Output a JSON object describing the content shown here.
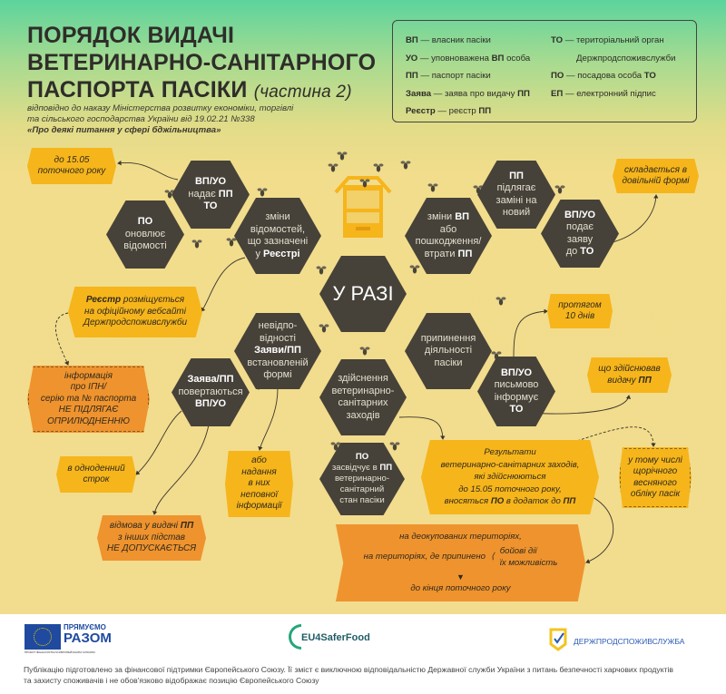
{
  "title": {
    "line1": "ПОРЯДОК ВИДАЧІ",
    "line2": "ВЕТЕРИНАРНО-САНІТАРНОГО",
    "line3": "ПАСПОРТА ПАСІКИ",
    "part": "(частина 2)"
  },
  "subtitle": {
    "line1": "відповідно до наказу Міністерства розвитку економіки, торгівлі",
    "line2": "та сільського господарства України від 19.02.21 №338",
    "line3": "«Про деякі питання у сфері бджільництва»"
  },
  "legend": {
    "vp": {
      "abbr": "ВП",
      "text": "— власник пасіки"
    },
    "uo": {
      "abbr": "УО",
      "text": "— уповноважена ",
      "bold": "ВП",
      "tail": " особа"
    },
    "pp": {
      "abbr": "ПП",
      "text": "— паспорт пасіки"
    },
    "zaiava": {
      "abbr": "Заява",
      "text": "— заява про видачу ",
      "bold": "ПП"
    },
    "reiestr": {
      "abbr": "Реєстр",
      "text": "— реєстр ",
      "bold": "ПП"
    },
    "to": {
      "abbr": "ТО",
      "text": "— територіальний орган",
      "line2": "Держпродспоживслужби"
    },
    "po": {
      "abbr": "ПО",
      "text": "— посадова особа ",
      "bold": "ТО"
    },
    "ep": {
      "abbr": "ЕП",
      "text": "— електронний підпис"
    }
  },
  "center": {
    "label": "У РАЗІ"
  },
  "hex": {
    "vp_nadaie": {
      "l1": "ВП/УО",
      "l2": "надає ",
      "l2b": "ПП",
      "l3": "ТО"
    },
    "po_onovliuie": {
      "l1": "ПО",
      "l2": "оновлює",
      "l3": "відомості"
    },
    "zminy_vidomostei": {
      "l1": "зміни",
      "l2": "відомостей,",
      "l3": "що зазначені",
      "l4": "у ",
      "l4b": "Реєстрі"
    },
    "zminy_vp": {
      "l1": "зміни ",
      "l1b": "ВП",
      "l2": "або",
      "l3": "пошкодження/",
      "l4": "втрати ",
      "l4b": "ПП"
    },
    "pp_zamina": {
      "l1": "ПП",
      "l2": "підлягає",
      "l3": "заміні на",
      "l4": "новий"
    },
    "vp_podaie": {
      "l1": "ВП/УО",
      "l2": "подає",
      "l3": "заяву",
      "l4": "до ",
      "l4b": "ТО"
    },
    "nevidpovidnosti": {
      "l1": "невідпо-",
      "l2": "відності",
      "l3": "Заяви/ПП",
      "l4": "встановленій",
      "l5": "формі"
    },
    "povertaiutsia": {
      "l1": "Заява/ПП",
      "l2": "повертаються",
      "l3": "ВП/УО"
    },
    "zakhody": {
      "l1": "здійснення",
      "l2": "ветеринарно-",
      "l3": "санітарних",
      "l4": "заходів"
    },
    "prypynennia": {
      "l1": "припинення",
      "l2": "діяльності",
      "l3": "пасіки"
    },
    "pysmovo": {
      "l1": "ВП/УО",
      "l2": "письмово",
      "l3": "інформує",
      "l4": "ТО"
    },
    "po_zasvidchuie": {
      "l1": "ПО",
      "l2": "засвідчує в ",
      "l2b": "ПП",
      "l3": "ветеринарно-",
      "l4": "санітарний",
      "l5": "стан пасіки"
    }
  },
  "boxes": {
    "do_1505": {
      "l1": "до 15.05",
      "l2": "поточного року"
    },
    "dovilna": {
      "l1": "складається в",
      "l2": "довільній формі"
    },
    "reiestr_site": {
      "l1b": "Реєстр",
      "l1": " розміщується",
      "l2": "на офіційному вебсайті",
      "l3": "Держпродспоживслужби"
    },
    "ipn": {
      "l1": "інформація",
      "l2": "про ІПН/",
      "l3": "серію та № паспорта",
      "l4": "НЕ ПІДЛЯГАЄ",
      "l5": "ОПРИЛЮДНЕННЮ"
    },
    "10_dniv": {
      "l1": "протягом",
      "l2": "10 днів"
    },
    "vydachu": {
      "l1": "що здійснював",
      "l2": "видачу ",
      "l2b": "ПП"
    },
    "odnodennyi": {
      "l1": "в одноденний",
      "l2": "строк"
    },
    "nepovnoi": {
      "l1": "або",
      "l2": "надання",
      "l3": "в них",
      "l4": "неповної",
      "l5": "інформації"
    },
    "vidmova": {
      "l1": "відмова у видачі ",
      "l1b": "ПП",
      "l2": "з інших підстав",
      "l3": "НЕ ДОПУСКАЄТЬСЯ"
    },
    "rezultaty": {
      "l1": "Результати",
      "l2": "ветеринарно-санітарних заходів,",
      "l3": "які здійснюються",
      "l4": "до 15.05 поточного року,",
      "l5a": "вносяться ",
      "l5b": "ПО",
      "l5c": " в додаток до ",
      "l5d": "ПП"
    },
    "vesnianyi": {
      "l1": "у тому числі",
      "l2": "щорічного",
      "l3": "весняного",
      "l4": "обліку пасік"
    },
    "terytorii": {
      "l1": "на деокупованих територіях,",
      "l2": "на територіях, де припинено",
      "l2a": "бойові дії",
      "l2b": "їх можливість",
      "l3": "до кінця поточного року"
    }
  },
  "footer": {
    "logo1_top": "ПРЯМУЄМО",
    "logo1_bottom": "РАЗОМ",
    "logo1_small": "ПРОЄКТ ФІНАНСУЄТЬСЯ ЄВРОПЕЙСЬКИМ СОЮЗОМ",
    "logo2": "EU4SaferFood",
    "logo3": "ДЕРЖПРОДСПОЖИВСЛУЖБА",
    "disclaimer1": "Публікацію підготовлено за фінансової підтримки Європейського Союзу. Її зміст є виключною відповідальністю Державної служби України з питань безпечності харчових продуктів",
    "disclaimer2": "та захисту споживачів і не обов'язково відображає позицію Європейського Союзу"
  },
  "colors": {
    "hex": "#464239",
    "box": "#f6b51b",
    "orange": "#ef932e",
    "eu_blue": "#1f4aa0",
    "eu4_green": "#27a57b",
    "dps_blue": "#2b5bb3",
    "dps_yellow": "#f4c41f"
  }
}
